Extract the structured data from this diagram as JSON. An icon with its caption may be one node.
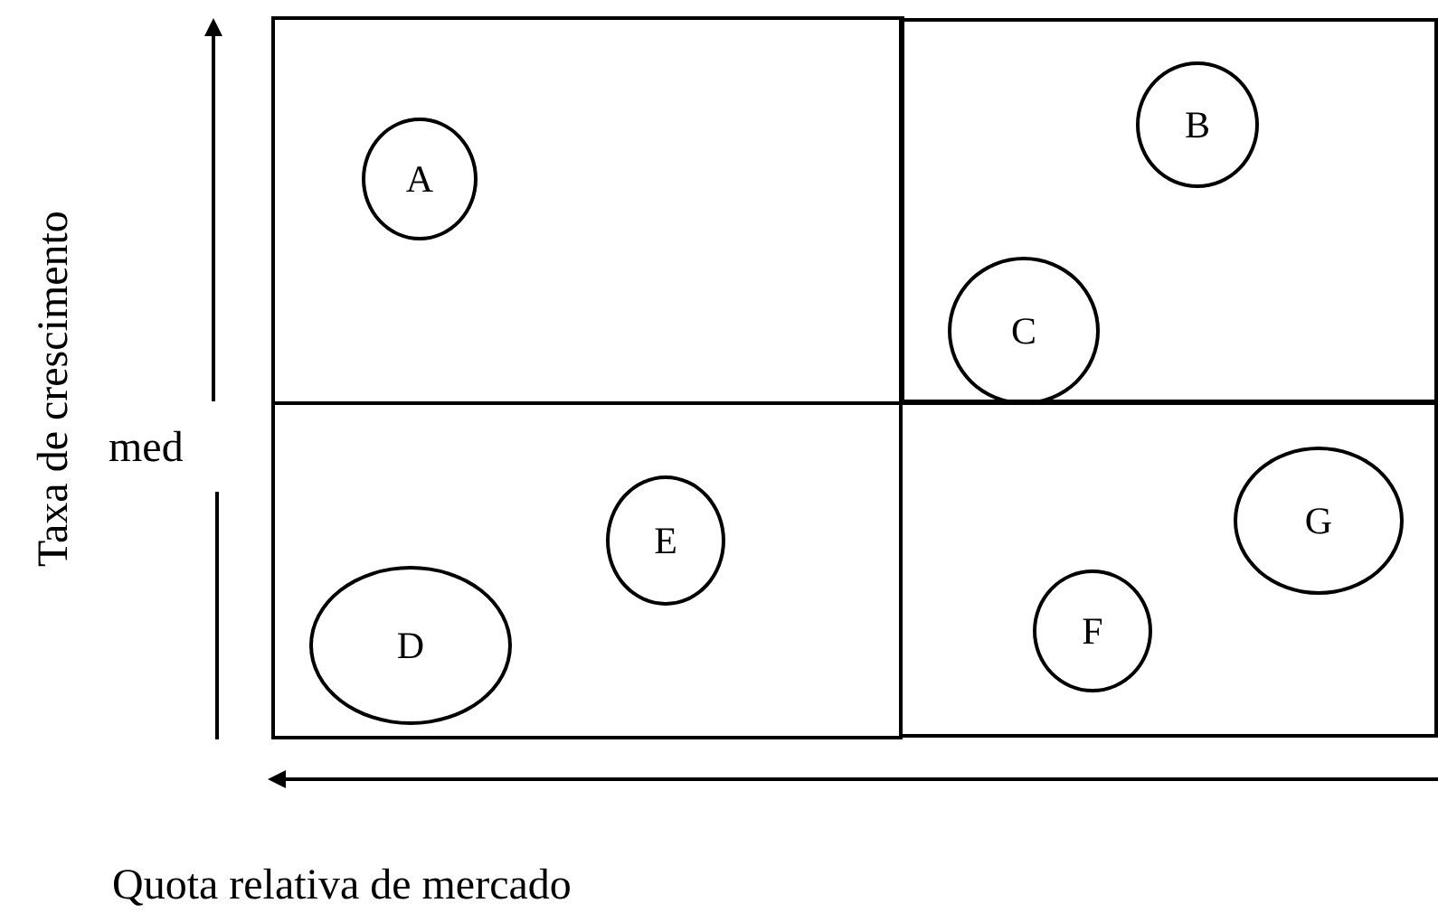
{
  "diagram": {
    "nodes": [
      {
        "text": [],
        "shape": "box"
      },
      {
        "text": [],
        "shape": "box"
      },
      {
        "text": [],
        "shape": "box"
      },
      {
        "text": [],
        "shape": "box"
      },
      {
        "text": [
          "A"
        ],
        "in": 0
      },
      {
        "text": [
          "B"
        ],
        "in": 1
      },
      {
        "text": [
          "C"
        ],
        "in": 1
      },
      {
        "text": [
          "D"
        ],
        "in": 2
      },
      {
        "text": [
          "E"
        ],
        "in": 2
      },
      {
        "text": [
          "F"
        ],
        "in": 3
      },
      {
        "text": [
          "G"
        ],
        "in": 3
      }
    ],
    "edges": [],
    "labels": [
      "Taxa de crescimento",
      "med",
      "Quota relativa de mercado"
    ]
  }
}
